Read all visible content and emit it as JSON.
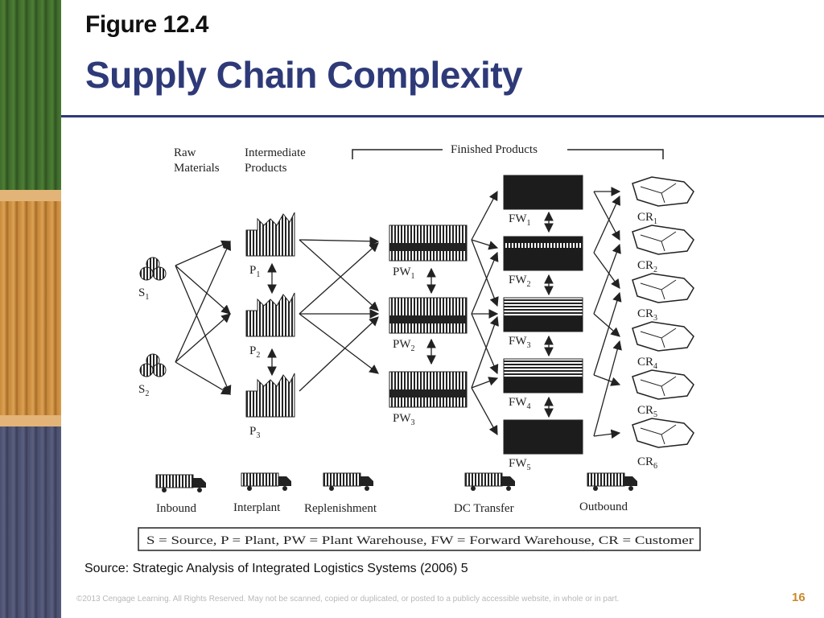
{
  "slide": {
    "figure_label": "Figure 12.4",
    "title": "Supply Chain Complexity",
    "source": "Source: Strategic Analysis of Integrated Logistics Systems (2006) 5",
    "copyright": "©2013 Cengage Learning. All Rights Reserved. May not be scanned, copied or duplicated, or posted to a publicly accessible website, in whole or in part.",
    "page_number": "16",
    "accent_color": "#2e3a78",
    "page_number_color": "#c88a2a"
  },
  "diagram": {
    "headers": {
      "raw_materials": [
        "Raw",
        "Materials"
      ],
      "intermediate": [
        "Intermediate",
        "Products"
      ],
      "finished": "Finished  Products"
    },
    "nodes": {
      "sources": [
        "S",
        "S"
      ],
      "source_subs": [
        "1",
        "2"
      ],
      "plants": [
        "P",
        "P",
        "P"
      ],
      "plant_subs": [
        "1",
        "2",
        "3"
      ],
      "plant_warehouses": [
        "PW",
        "PW",
        "PW"
      ],
      "plant_warehouse_subs": [
        "1",
        "2",
        "3"
      ],
      "forward_warehouses": [
        "FW",
        "FW",
        "FW",
        "FW",
        "FW"
      ],
      "forward_warehouse_subs": [
        "1",
        "2",
        "3",
        "4",
        "5"
      ],
      "customers": [
        "CR",
        "CR",
        "CR",
        "CR",
        "CR",
        "CR"
      ],
      "customer_subs": [
        "1",
        "2",
        "3",
        "4",
        "5",
        "6"
      ]
    },
    "transport": [
      "Inbound",
      "Interplant",
      "Replenishment",
      "DC Transfer",
      "Outbound"
    ],
    "legend": "S = Source, P = Plant, PW = Plant Warehouse, FW = Forward Warehouse, CR = Customer"
  }
}
